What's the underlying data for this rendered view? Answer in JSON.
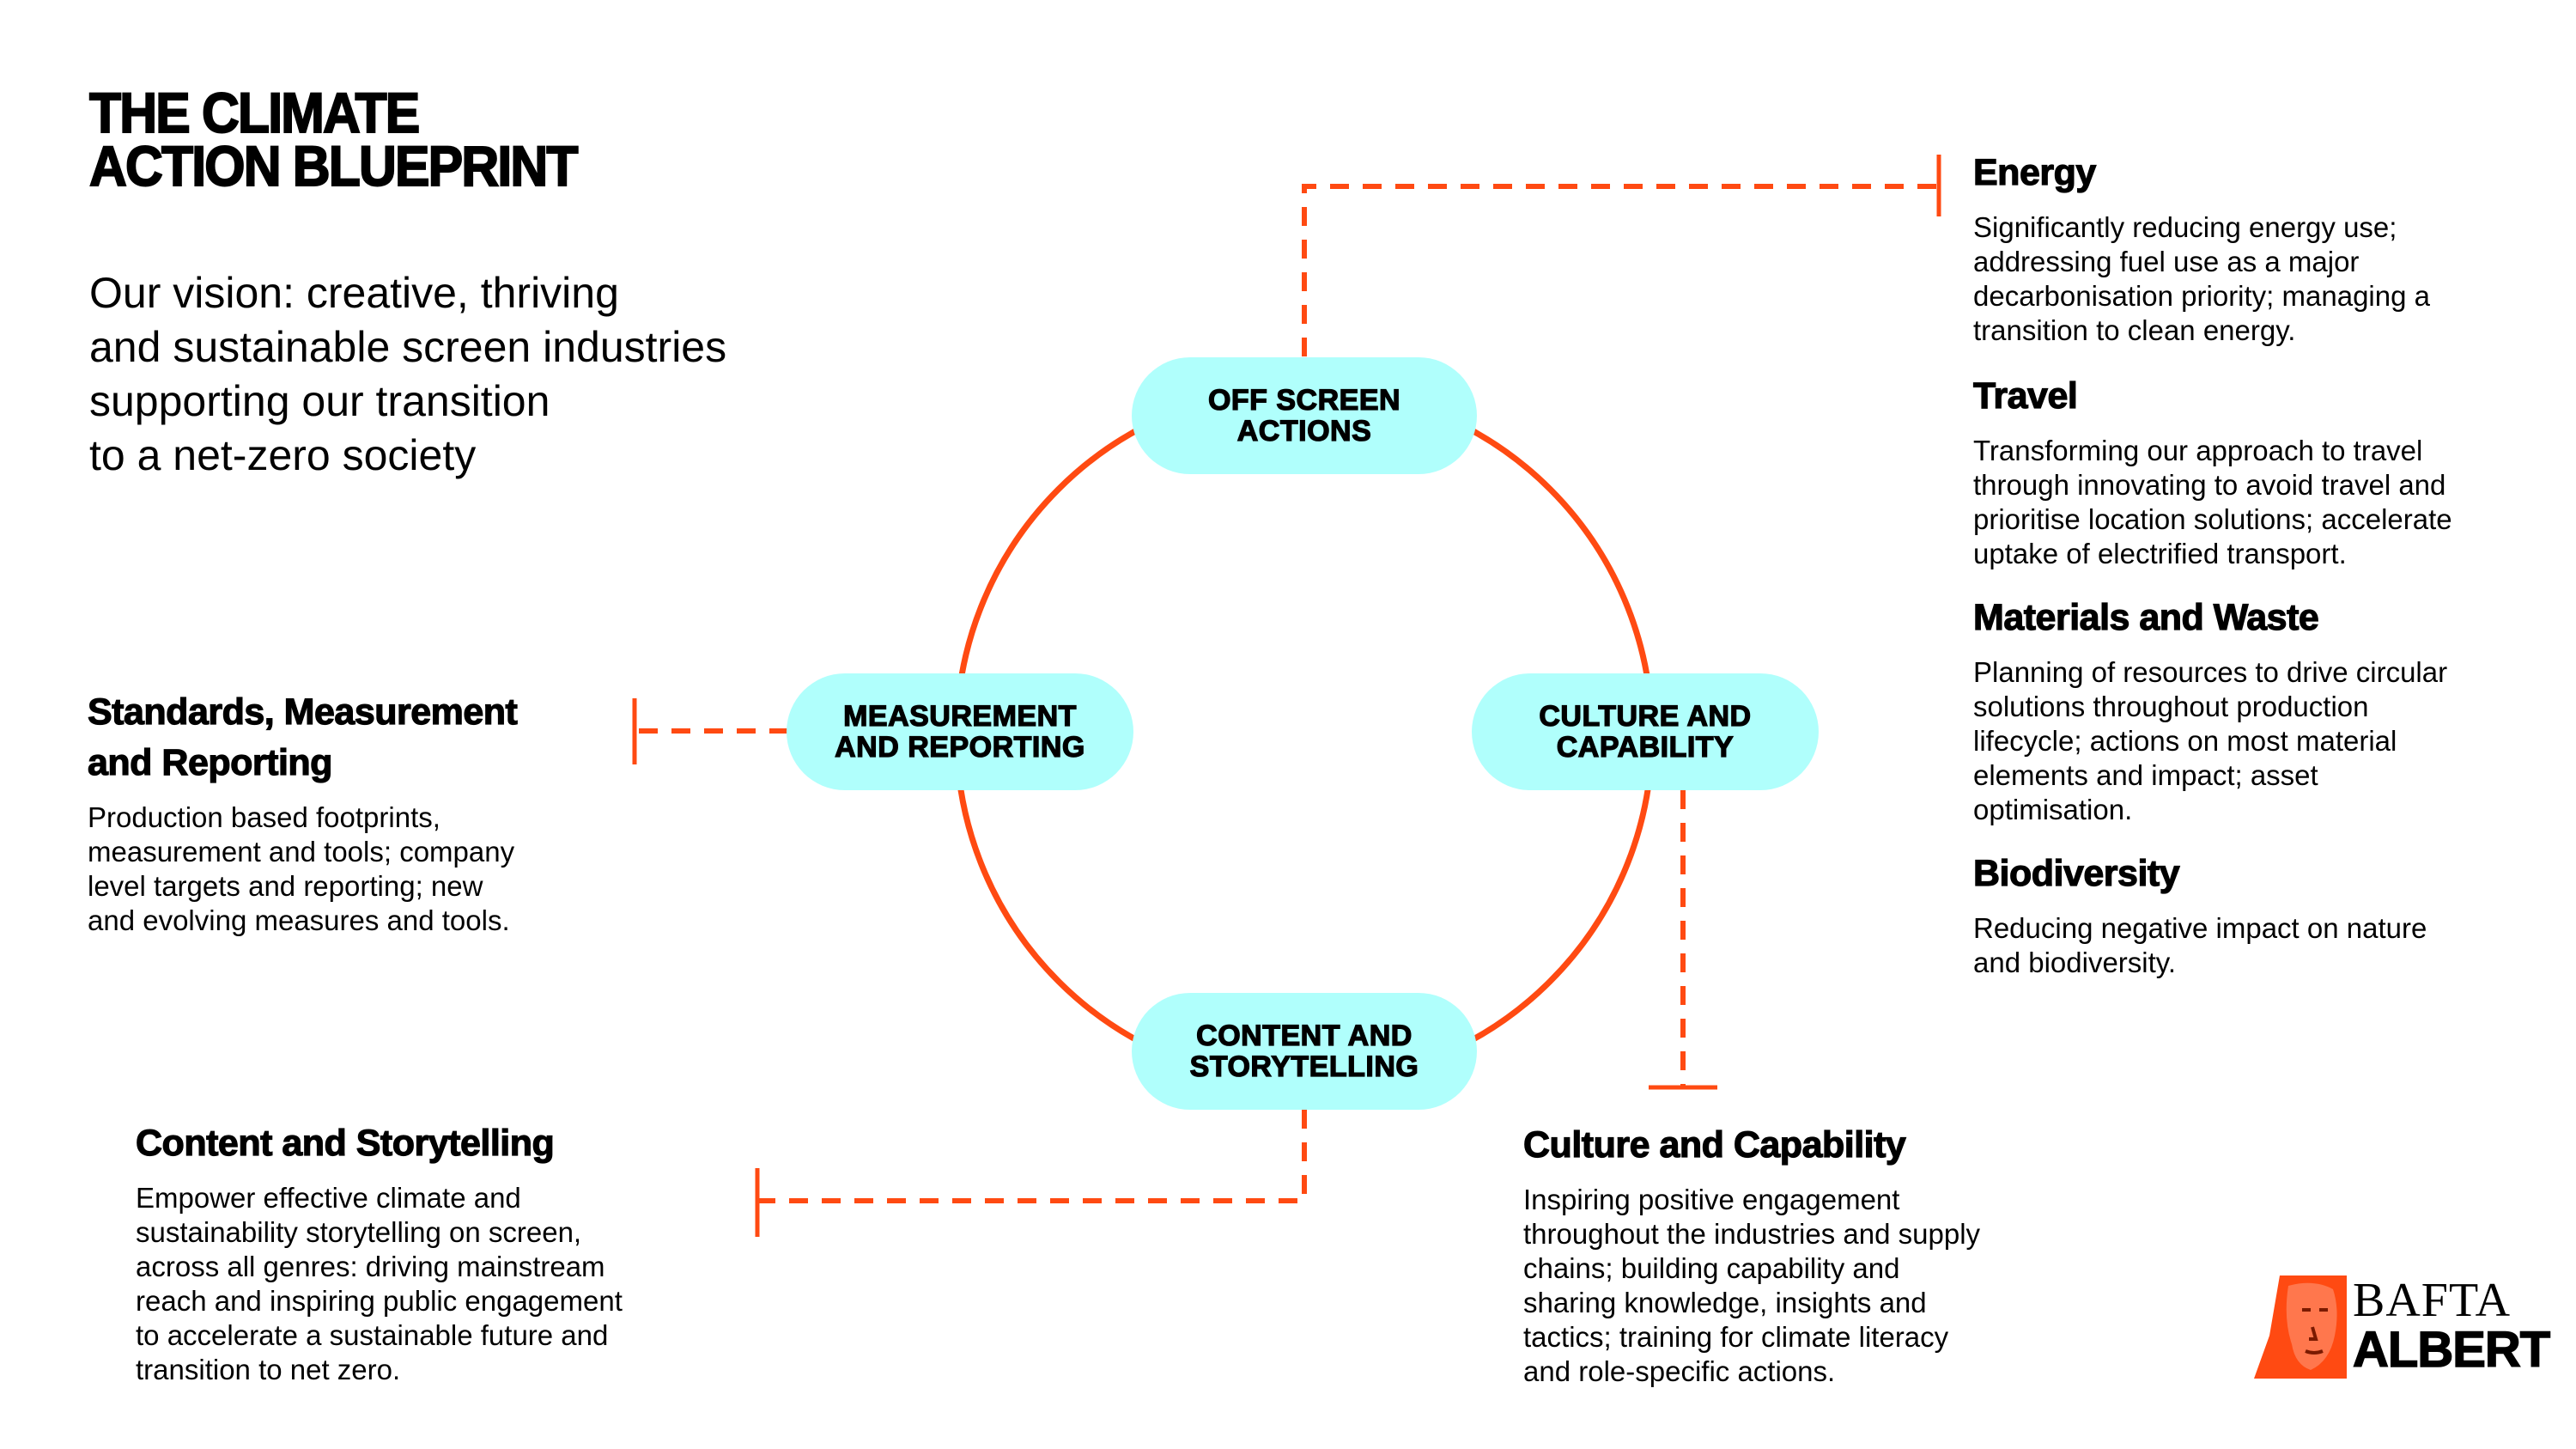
{
  "title_lines": [
    "THE CLIMATE",
    "ACTION BLUEPRINT"
  ],
  "vision_lines": [
    "Our vision: creative, thriving",
    "and sustainable screen industries",
    "supporting our transition",
    "to a net-zero society"
  ],
  "colors": {
    "accent_orange": "#FF4A12",
    "pill_cyan": "#B0FFFC",
    "text": "#000000",
    "background": "#FFFFFF"
  },
  "cycle_nodes": [
    {
      "id": "off-screen-actions",
      "lines": [
        "OFF SCREEN",
        "ACTIONS"
      ]
    },
    {
      "id": "culture-and-capability",
      "lines": [
        "CULTURE AND",
        "CAPABILITY"
      ]
    },
    {
      "id": "content-and-storytelling",
      "lines": [
        "CONTENT AND",
        "STORYTELLING"
      ]
    },
    {
      "id": "measurement-and-reporting",
      "lines": [
        "MEASUREMENT",
        "AND REPORTING"
      ]
    }
  ],
  "sections": {
    "energy": {
      "heading": "Energy",
      "body_lines": [
        "Significantly reducing energy use;",
        "addressing fuel use as a major",
        "decarbonisation priority; managing a",
        "transition to clean energy."
      ]
    },
    "travel": {
      "heading": "Travel",
      "body_lines": [
        "Transforming our approach to travel",
        "through innovating to avoid travel and",
        "prioritise location solutions; accelerate",
        "uptake of electrified transport."
      ]
    },
    "materials": {
      "heading": "Materials and Waste",
      "body_lines": [
        "Planning of resources to drive circular",
        "solutions throughout production",
        "lifecycle; actions on most material",
        "elements and impact; asset",
        "optimisation."
      ]
    },
    "biodiversity": {
      "heading": "Biodiversity",
      "body_lines": [
        "Reducing negative impact on nature",
        "and biodiversity."
      ]
    },
    "standards": {
      "heading_lines": [
        "Standards, Measurement",
        "and Reporting"
      ],
      "body_lines": [
        "Production based footprints,",
        "measurement and tools; company",
        "level targets and reporting; new",
        "and evolving measures and tools."
      ]
    },
    "content": {
      "heading": "Content and Storytelling",
      "body_lines": [
        "Empower effective climate and",
        "sustainability storytelling on screen,",
        "across all genres: driving mainstream",
        "reach and inspiring public engagement",
        "to accelerate a sustainable future and",
        "transition to net zero."
      ]
    },
    "culture": {
      "heading": "Culture and Capability",
      "body_lines": [
        "Inspiring positive engagement",
        "throughout the industries and supply",
        "chains; building capability and",
        "sharing knowledge, insights and",
        "tactics; training for climate literacy",
        "and role-specific actions."
      ]
    }
  },
  "logo": {
    "line1": "BAFTA",
    "line2": "ALBERT",
    "icon": "bafta-mask-icon"
  }
}
